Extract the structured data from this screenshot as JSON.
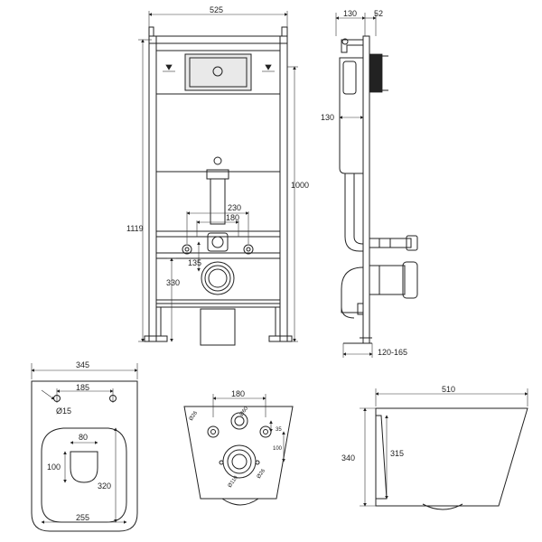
{
  "front_frame": {
    "width": "525",
    "height_total": "1119",
    "height_frame": "1000",
    "outlet_spacing_outer": "230",
    "outlet_spacing_inner": "180",
    "inlet_offset": "135",
    "outlet_height": "330"
  },
  "side_frame": {
    "depth": "130",
    "panel": "52",
    "cistern_depth": "130",
    "adjust_range": "120-165"
  },
  "bowl_top": {
    "width": "345",
    "bolt_spacing": "185",
    "bolt_dia": "Ø15",
    "hole_width": "80",
    "hole_height": "100",
    "length_inner": "320",
    "rear_width": "255"
  },
  "bowl_rear": {
    "bolt_spacing": "180",
    "dia_inlet": "Ø26",
    "dia_water": "Ø60",
    "offset_small": "35",
    "offset_height": "100",
    "dia_outlet": "Ø110",
    "dia_bolt": "Ø26"
  },
  "bowl_side": {
    "length": "510",
    "height": "340",
    "height_inner": "315"
  }
}
